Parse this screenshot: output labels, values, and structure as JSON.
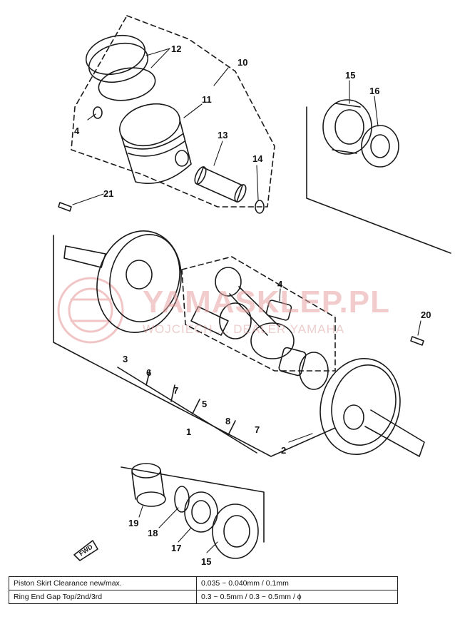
{
  "watermark": {
    "brand": "YAMASKLEP.PL",
    "tagline": "WOJCIECH ... DEALER YAMAHA"
  },
  "callouts": [
    "1",
    "2",
    "3",
    "4",
    "4",
    "5",
    "6",
    "7",
    "7",
    "8",
    "10",
    "11",
    "12",
    "13",
    "14",
    "15",
    "15",
    "16",
    "17",
    "18",
    "19",
    "20",
    "21"
  ],
  "fwd_label": "FWD",
  "spec_table": {
    "rows": [
      {
        "label": "Piston Skirt Clearance new/max.",
        "value": "0.035 ~ 0.040mm / 0.1mm"
      },
      {
        "label": "Ring End Gap Top/2nd/3rd",
        "value": "0.3 ~ 0.5mm / 0.3 ~ 0.5mm / ϕ"
      }
    ]
  }
}
